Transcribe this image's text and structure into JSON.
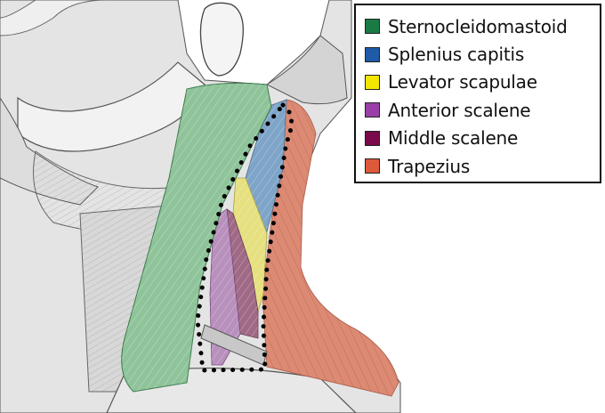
{
  "legend": {
    "items": [
      {
        "label": "Sternocleidomastoid",
        "color": "#1a7a45"
      },
      {
        "label": "Splenius capitis",
        "color": "#1e5aa8"
      },
      {
        "label": "Levator scapulae",
        "color": "#f2e600"
      },
      {
        "label": "Anterior scalene",
        "color": "#9b3fa8"
      },
      {
        "label": "Middle scalene",
        "color": "#7a0a4a"
      },
      {
        "label": "Trapezius",
        "color": "#dd5a3a"
      }
    ]
  },
  "illustration": {
    "style": "line-drawing",
    "region_colors": {
      "sternocleidomastoid": "#8fc49a",
      "splenius_capitis": "#7ea4c8",
      "levator_scapulae": "#e6e080",
      "anterior_scalene": "#b890bc",
      "middle_scalene": "#a06a86",
      "trapezius": "#dc8a74",
      "skin": "#e2e2e2"
    },
    "outline": "dotted-black"
  }
}
